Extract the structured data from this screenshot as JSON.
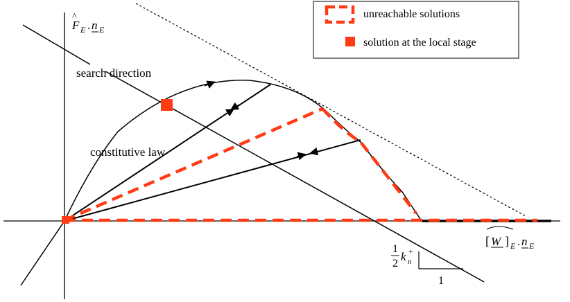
{
  "labels": {
    "y_axis_main": "F",
    "y_axis_sub": "E",
    "y_axis_dot": ".",
    "y_axis_n": "n",
    "y_axis_n_sub": "E",
    "x_axis_main": "W",
    "x_axis_sub": "E",
    "x_axis_dot": ".",
    "x_axis_n": "n",
    "x_axis_n_sub": "E",
    "search_direction": "search direction",
    "constitutive_law": "constitutive law",
    "slope_num": "1",
    "slope_den": "2",
    "slope_k": "k",
    "slope_k_sub": "n",
    "slope_k_sup": "+",
    "slope_run": "1"
  },
  "legend": {
    "unreachable": "unreachable solutions",
    "local_stage": "solution at the local stage"
  },
  "colors": {
    "highlight": "#ff3b14",
    "line": "#000000"
  }
}
